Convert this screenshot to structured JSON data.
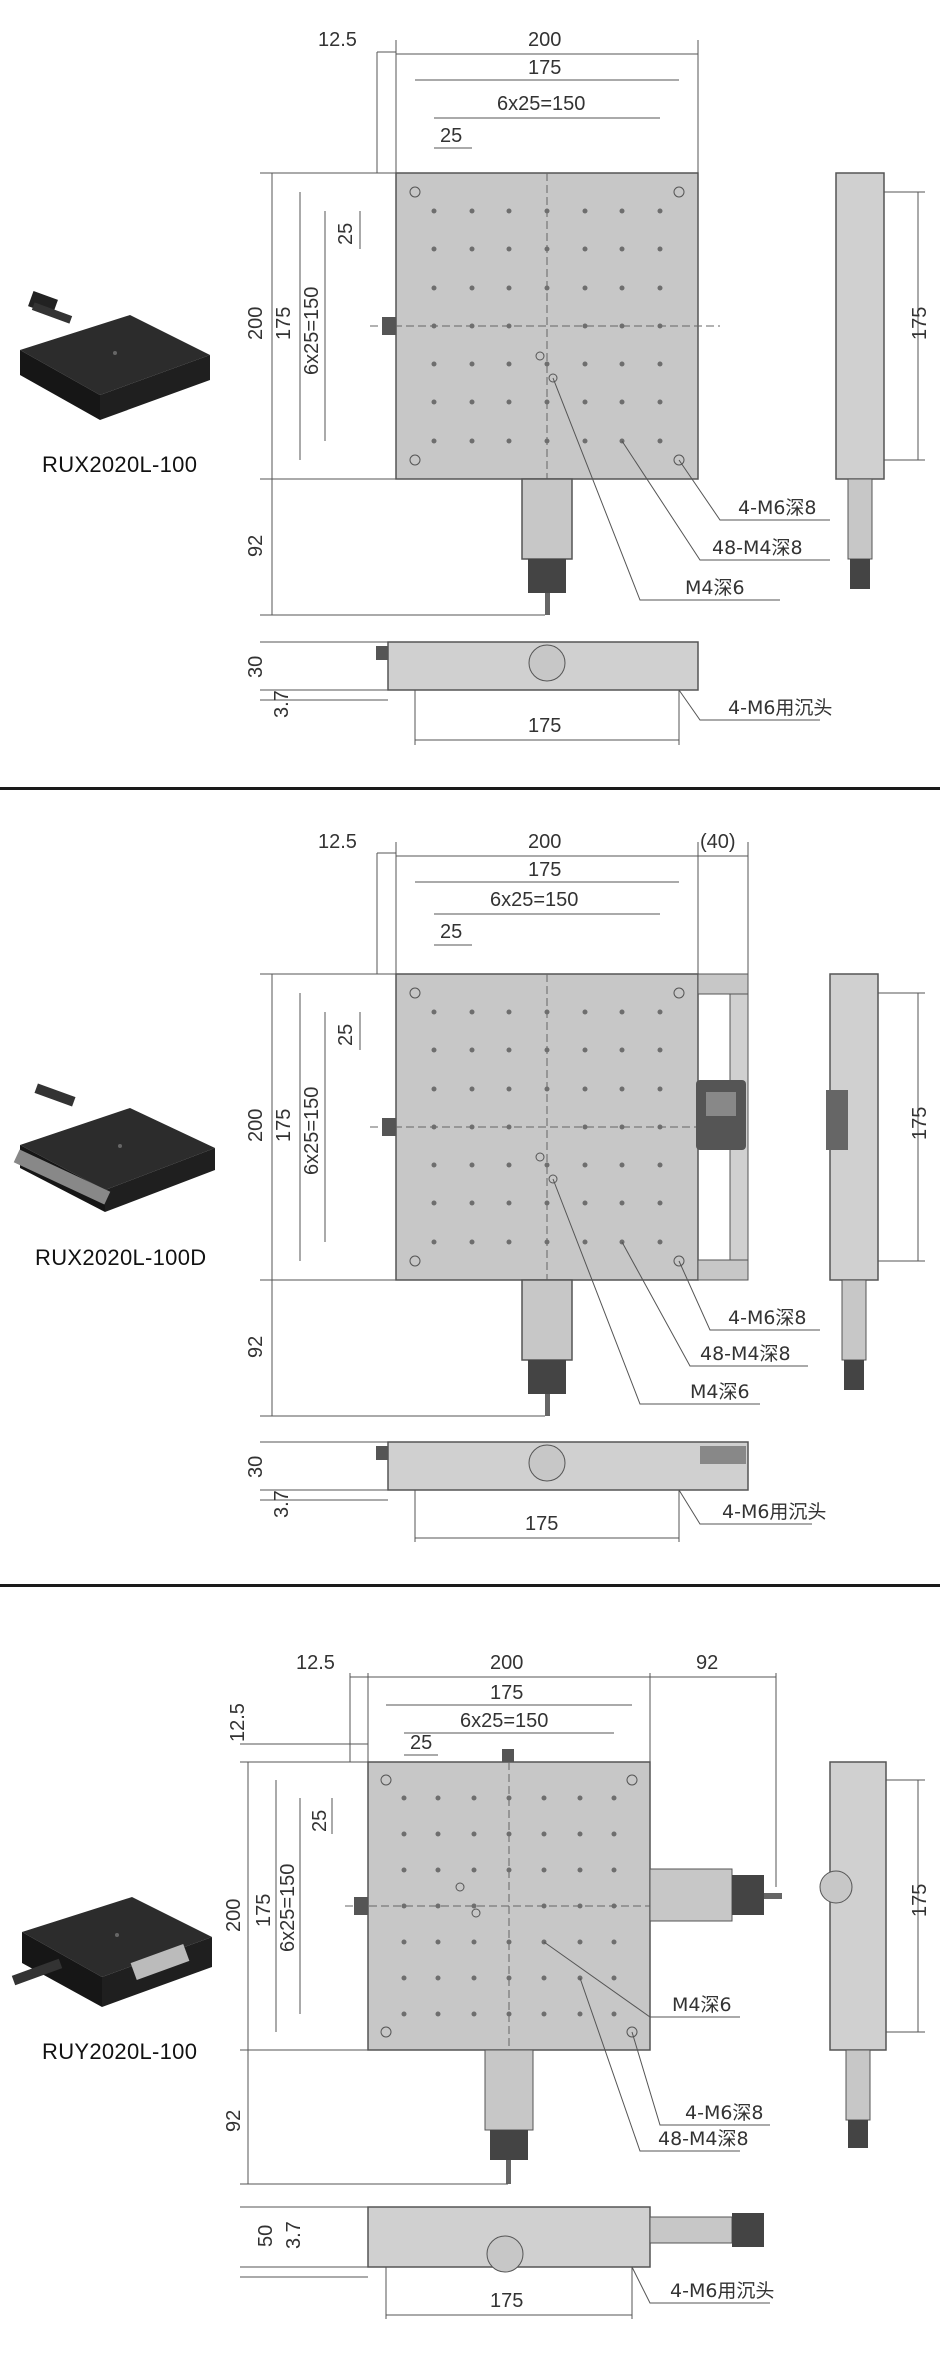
{
  "sections": [
    {
      "model": "RUX2020L-100",
      "dims": {
        "d12_5": "12.5",
        "d200": "200",
        "d175": "175",
        "d150": "6x25=150",
        "d25": "25",
        "v25": "25",
        "v200": "200",
        "v175": "175",
        "v150": "6x25=150",
        "v92": "92",
        "v30": "30",
        "v3_7": "3.7",
        "b175": "175",
        "s175": "175"
      },
      "callouts": {
        "c1": "4-M6深8",
        "c2": "48-M4深8",
        "c3": "M4深6",
        "c4": "4-M6用沉头"
      }
    },
    {
      "model": "RUX2020L-100D",
      "dims": {
        "d12_5": "12.5",
        "d200": "200",
        "d40": "(40)",
        "d175": "175",
        "d150": "6x25=150",
        "d25": "25",
        "v25": "25",
        "v200": "200",
        "v175": "175",
        "v150": "6x25=150",
        "v92": "92",
        "v30": "30",
        "v3_7": "3.7",
        "b175": "175",
        "s175": "175"
      },
      "callouts": {
        "c1": "4-M6深8",
        "c2": "48-M4深8",
        "c3": "M4深6",
        "c4": "4-M6用沉头"
      }
    },
    {
      "model": "RUY2020L-100",
      "dims": {
        "d12_5": "12.5",
        "d200": "200",
        "d92": "92",
        "d175": "175",
        "d150": "6x25=150",
        "d25": "25",
        "v12_5": "12.5",
        "v25": "25",
        "v200": "200",
        "v175": "175",
        "v150": "6x25=150",
        "v92": "92",
        "v50": "50",
        "v3_7": "3.7",
        "b175": "175",
        "s175": "175"
      },
      "callouts": {
        "c1": "M4深6",
        "c2": "4-M6深8",
        "c3": "48-M4深8",
        "c4": "4-M6用沉头"
      }
    }
  ]
}
